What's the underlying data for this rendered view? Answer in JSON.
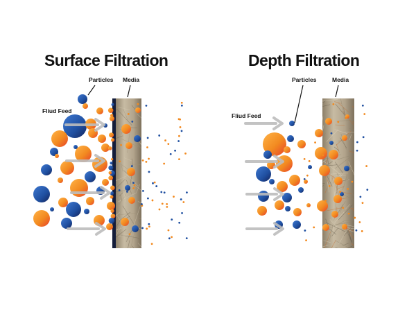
{
  "panels": [
    {
      "id": "surface",
      "title": "Surface Filtration",
      "labels": {
        "particles": "Particles",
        "media": "Media",
        "feed": "Fliud Feed"
      }
    },
    {
      "id": "depth",
      "title": "Depth Filtration",
      "labels": {
        "particles": "Particles",
        "media": "Media",
        "feed": "Fliud Feed"
      }
    }
  ],
  "colors": {
    "background": "#ffffff",
    "text": "#111111",
    "particle_orange": "#f28a20",
    "particle_red": "#e8402a",
    "particle_blue": "#1f4fa0",
    "particle_navy": "#14235a",
    "media_tan": "#b2a48c",
    "media_dark": "#7d705c",
    "screen_navy": "#141d3a",
    "arrow_gray": "#bdbdbd"
  },
  "icons": [
    "feed-arrow-icon",
    "orange-particle-icon",
    "blue-particle-icon"
  ]
}
